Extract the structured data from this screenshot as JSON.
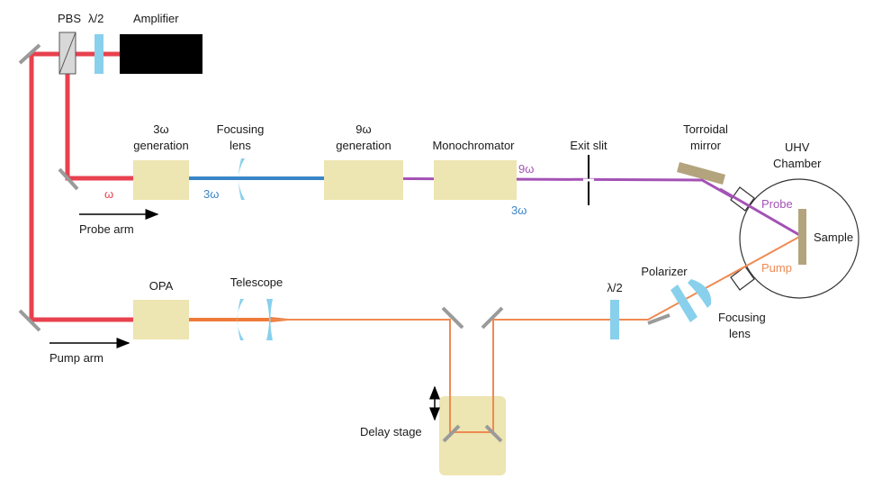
{
  "colors": {
    "fundamental_beam": "#e8414f",
    "third_harmonic_beam": "#3a85c7",
    "ninth_harmonic_beam": "#a452b5",
    "pump_beam": "#ef8a52",
    "component_box": "#ede5b2",
    "waveplate": "#88d0ec",
    "mirror": "#9a9a9a",
    "toroidal_mirror": "#b3a47d",
    "amplifier": "#000000"
  },
  "labels": {
    "pbs": "PBS",
    "half_wave_top": "λ/2",
    "amplifier": "Amplifier",
    "third_harmonic_gen": [
      "3ω",
      "generation"
    ],
    "focusing_lens_probe": [
      "Focusing",
      "lens"
    ],
    "ninth_harmonic_gen": [
      "9ω",
      "generation"
    ],
    "monochromator": "Monochromator",
    "exit_slit": "Exit slit",
    "toroidal_mirror": [
      "Torroidal",
      "mirror"
    ],
    "uhv_chamber": [
      "UHV",
      "Chamber"
    ],
    "omega": "ω",
    "three_omega_beam": "3ω",
    "nine_omega_beam": "9ω",
    "three_omega_reject": "3ω",
    "probe_arm": "Probe arm",
    "probe": "Probe",
    "sample": "Sample",
    "pump": "Pump",
    "opa": "OPA",
    "telescope": "Telescope",
    "half_wave_pump": "λ/2",
    "polarizer": "Polarizer",
    "focusing_lens_pump": [
      "Focusing",
      "lens"
    ],
    "pump_arm": "Pump arm",
    "delay_stage": "Delay stage"
  }
}
